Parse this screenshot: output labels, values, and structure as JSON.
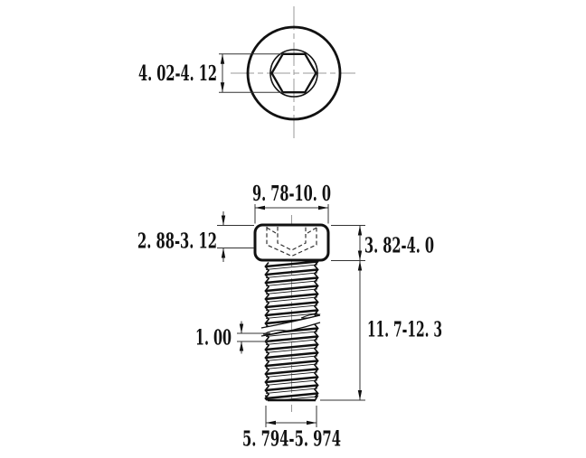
{
  "drawing": {
    "type": "technical-drawing",
    "subject": "socket-head-cap-screw",
    "views": {
      "top_view": {
        "name": "head top view with hex socket"
      },
      "side_view": {
        "name": "screw side view with threaded shank"
      }
    },
    "dimensions": {
      "socket_across_flats": {
        "label": "4. 02-4. 12"
      },
      "head_diameter": {
        "label": "9. 78-10. 0"
      },
      "socket_depth": {
        "label": "2. 88-3. 12"
      },
      "head_height": {
        "label": "3. 82-4. 0"
      },
      "body_length": {
        "label": "11. 7-12. 3"
      },
      "thread_pitch": {
        "label": "1. 00"
      },
      "thread_diameter": {
        "label": "5. 794-5. 974"
      }
    },
    "colors": {
      "background": "#ffffff",
      "outline": "#111111",
      "dimension_line": "#333333",
      "hidden_line": "#333333",
      "centerline": "#999999"
    }
  }
}
